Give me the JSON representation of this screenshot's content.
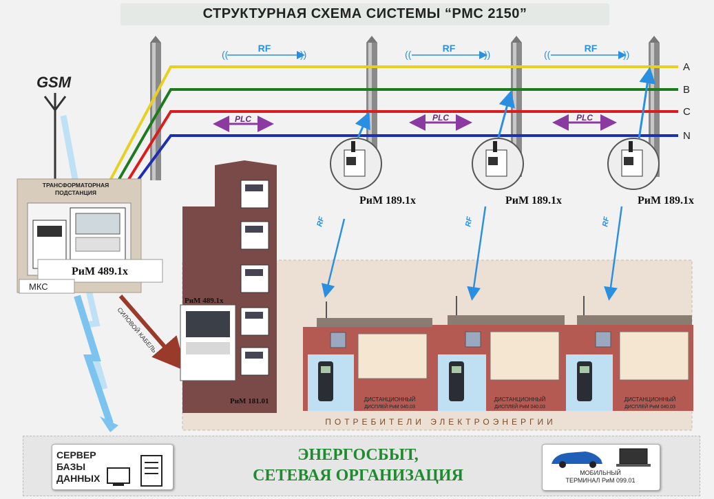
{
  "title": "СТРУКТУРНАЯ СХЕМА СИСТЕМЫ “PMC 2150”",
  "gsm": "GSM",
  "rf": "RF",
  "plc": "PLC",
  "phases": [
    "A",
    "B",
    "C",
    "N"
  ],
  "substation": {
    "line1": "ТРАНСФОРМАТОРНАЯ",
    "line2": "ПОДСТАНЦИЯ"
  },
  "substation_meter": "РиМ 489.1x",
  "mks": "МКС",
  "pole_meters": [
    "РиМ 189.1x",
    "РиМ 189.1x",
    "РиМ 189.1x"
  ],
  "building_meter_top": "РиМ 489.1x",
  "building_meter_bottom": "РиМ 181.01",
  "power_cable": "СИЛОВОЙ КАБЕЛЬ",
  "display_label": {
    "line1": "ДИСТАНЦИОННЫЙ",
    "line2": "ДИСПЛЕЙ РиМ 040.03"
  },
  "consumers": "ПОТРЕБИТЕЛИ ЭЛЕКТРОЭНЕРГИИ",
  "server": {
    "line1": "СЕРВЕР БАЗЫ",
    "line2": "ДАННЫХ"
  },
  "energo": {
    "line1": "ЭНЕРГОСБЫТ,",
    "line2": "СЕТЕВАЯ ОРГАНИЗАЦИЯ"
  },
  "mobile": {
    "line1": "МОБИЛЬНЫЙ",
    "line2": "ТЕРМИНАЛ РиМ 099.01"
  },
  "colors": {
    "A": "#e8d020",
    "B": "#1e7a1e",
    "C": "#d91c1c",
    "N": "#1c2fb0",
    "arrow": "#2a8fe0",
    "energo": "#1f8a2e"
  }
}
